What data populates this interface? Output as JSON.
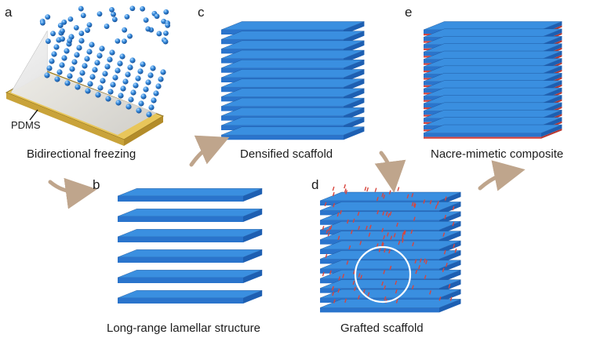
{
  "panels": {
    "a": {
      "letter": "a",
      "caption": "Bidirectional freezing",
      "mold_label": "PDMS"
    },
    "b": {
      "letter": "b",
      "caption": "Long-range lamellar structure"
    },
    "c": {
      "letter": "c",
      "caption": "Densified scaffold"
    },
    "d": {
      "letter": "d",
      "caption": "Grafted scaffold"
    },
    "e": {
      "letter": "e",
      "caption": "Nacre-mimetic composite"
    }
  },
  "colors": {
    "lamella_top": "#3a8fe0",
    "lamella_side": "#1d5fb2",
    "lamella_front": "#2a74cc",
    "polymer": "#d8453d",
    "pdms": "#e8c65a",
    "ice_particle": "#2f7fd6",
    "arrow": "#bfa58c"
  }
}
